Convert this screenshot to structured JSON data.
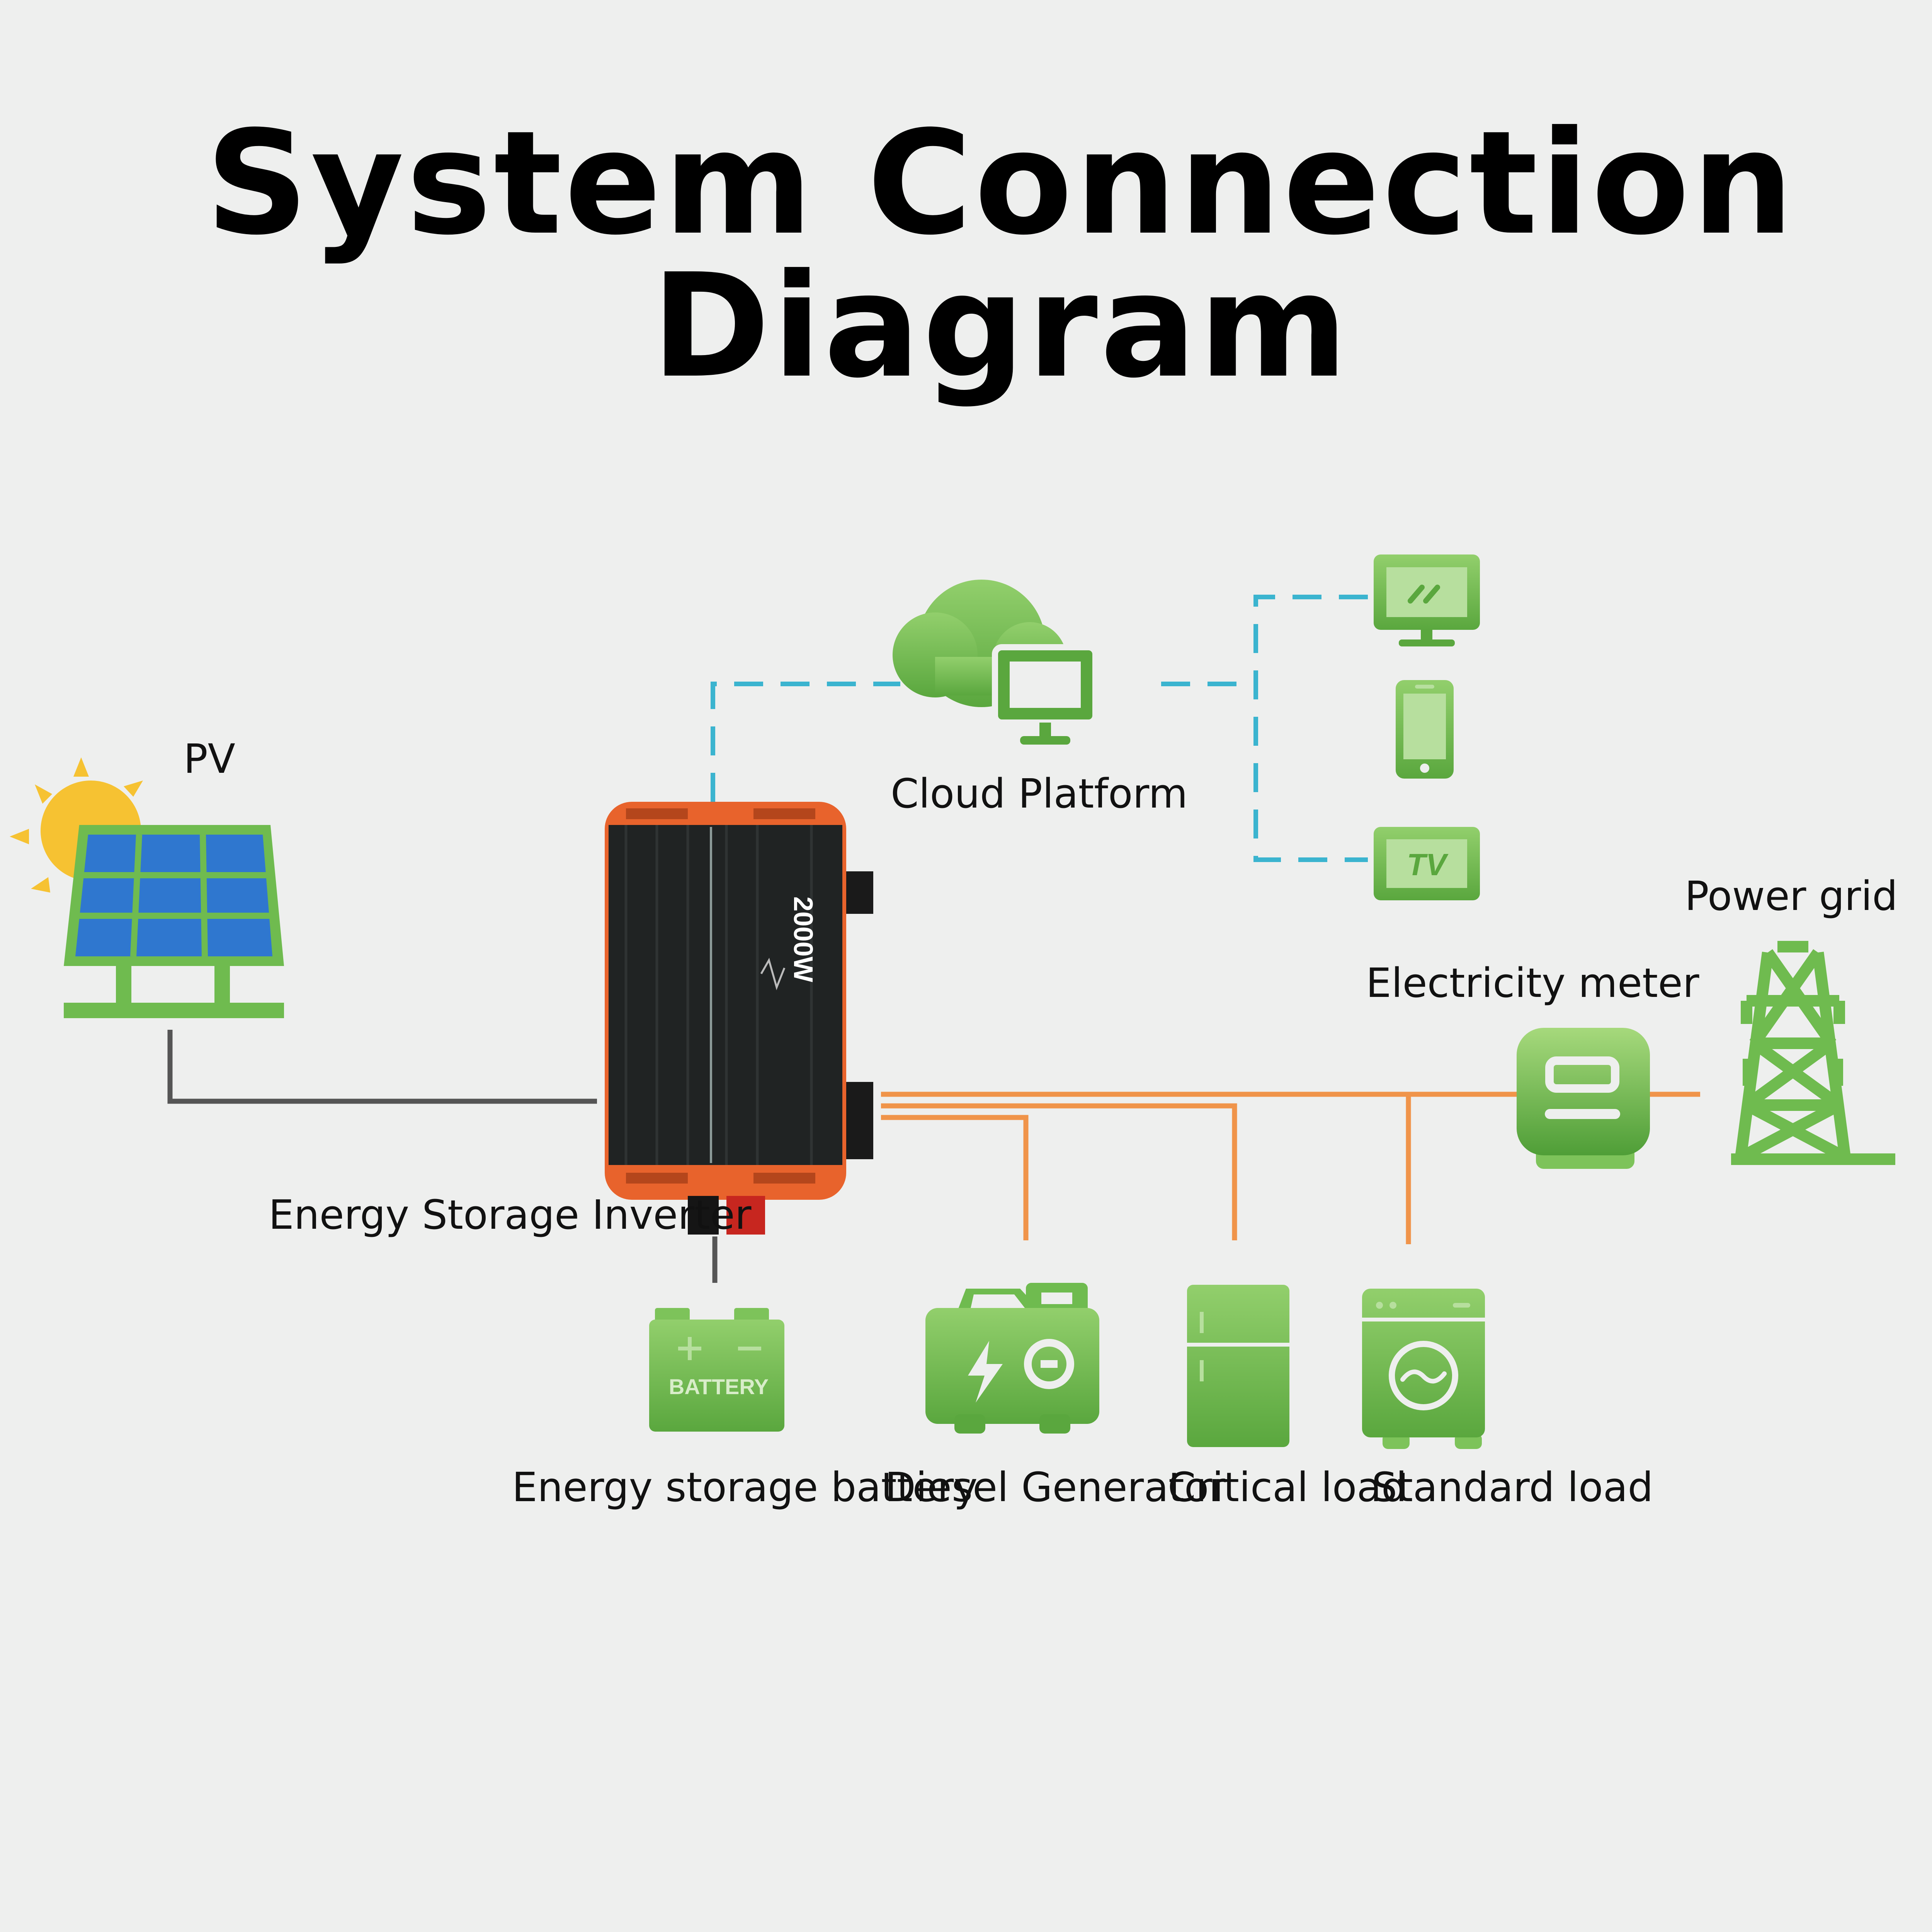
{
  "title": "System Connection Diagram",
  "labels": {
    "pv": "PV",
    "cloud": "Cloud Platform",
    "power_grid": "Power grid",
    "meter": "Electricity meter",
    "inverter": "Energy Storage Inverter",
    "battery": "Energy storage battery",
    "generator": "Diesel Generator",
    "critical": "Critical load",
    "standard": "Standard load"
  },
  "device_text": {
    "inverter_power": "2000W",
    "battery_word": "BATTERY",
    "tv_word": "TV"
  },
  "colors": {
    "background": "#eeefee",
    "green_light": "#8ccb66",
    "green_dark": "#5aa73e",
    "ac_line": "#f0944a",
    "dc_line": "#555555",
    "data_line": "#3bb4cf",
    "inverter_body": "#202323",
    "inverter_frame": "#e8632c",
    "panel_blue": "#2f77cf",
    "sun": "#f6c232"
  }
}
